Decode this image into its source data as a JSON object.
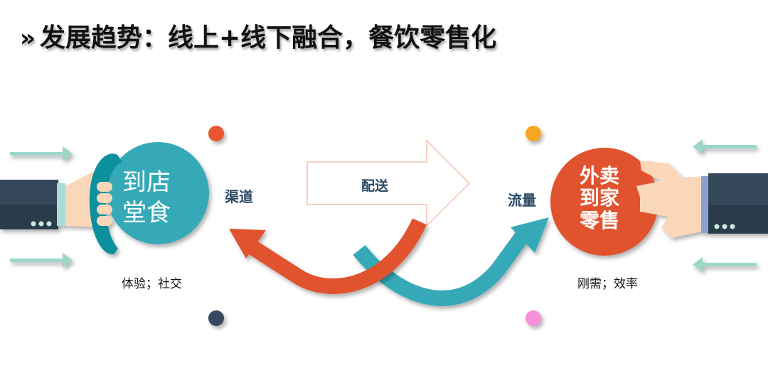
{
  "title": {
    "marker": "»",
    "text": "发展趋势：线上+线下融合，餐饮零售化"
  },
  "left_circle": {
    "lines": [
      "到店",
      "堂食"
    ],
    "caption": "体验；社交",
    "side_label": "渠道"
  },
  "center_arrow": {
    "label": "配送"
  },
  "right_circle": {
    "lines": [
      "外卖",
      "到家",
      "零售"
    ],
    "caption": "刚需；效率",
    "side_label": "流量"
  },
  "colors": {
    "teal": "#35a9b7",
    "orange": "#e0532e",
    "label_blue": "#2b4a66",
    "arrow_mint": "#9bd6c9",
    "dot_orange": "#e8552d",
    "dot_yellow": "#f5a623",
    "dot_dark": "#34495e",
    "dot_pink": "#f48fd8"
  }
}
